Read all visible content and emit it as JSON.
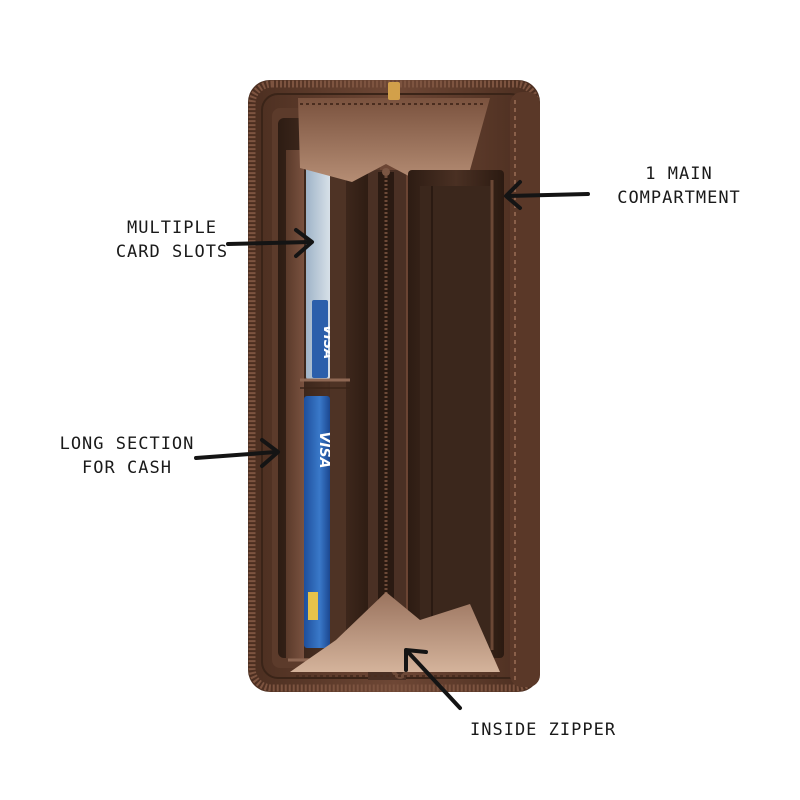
{
  "annotations": {
    "main_compartment": {
      "line1": "1 MAIN",
      "line2": "COMPARTMENT"
    },
    "card_slots": {
      "line1": "MULTIPLE",
      "line2": "CARD SLOTS"
    },
    "cash_section": {
      "line1": "LONG SECTION",
      "line2": "FOR CASH"
    },
    "inside_zipper": {
      "line1": "INSIDE ZIPPER"
    }
  },
  "card_brand": "VISA",
  "colors": {
    "background": "#ffffff",
    "leather_dark": "#3a2519",
    "leather_mid": "#6b4634",
    "leather_light": "#a97d63",
    "lining_tan": "#c9a38a",
    "card_blue": "#2a63b5",
    "zipper_gold": "#d2a04a",
    "arrow_black": "#141414"
  }
}
